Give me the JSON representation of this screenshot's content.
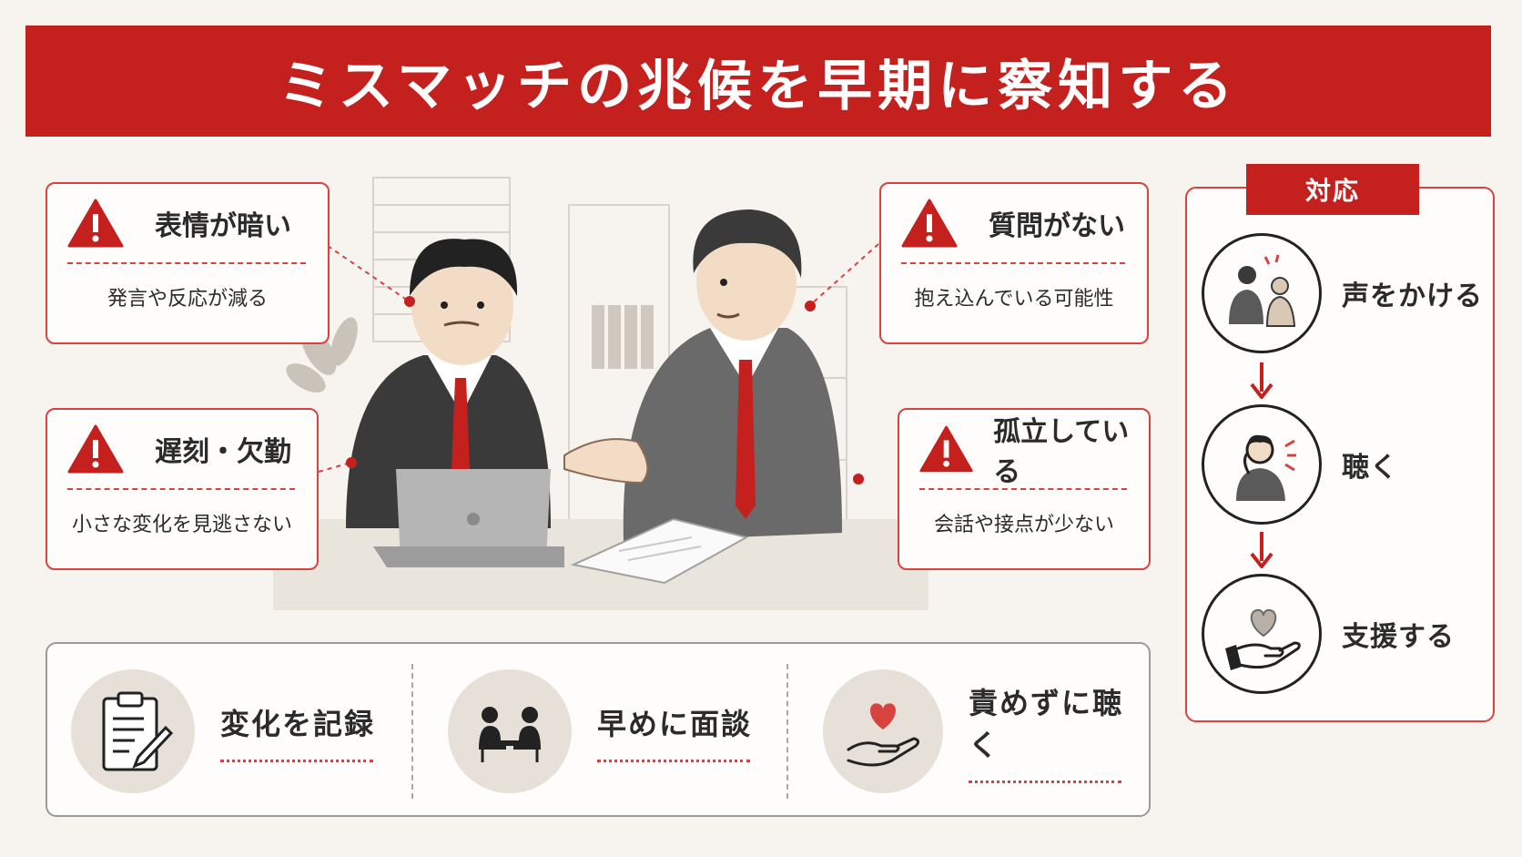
{
  "title": "ミスマッチの兆候を早期に察知する",
  "signs": [
    {
      "title": "表情が暗い",
      "sub": "発言や反応が減る"
    },
    {
      "title": "質問がない",
      "sub": "抱え込んでいる可能性"
    },
    {
      "title": "遅刻・欠勤",
      "sub": "小さな変化を見逃さない"
    },
    {
      "title": "孤立している",
      "sub": "会話や接点が少ない"
    }
  ],
  "tips": [
    {
      "label": "変化を記録",
      "icon": "clipboard-icon"
    },
    {
      "label": "早めに面談",
      "icon": "meeting-icon"
    },
    {
      "label": "責めずに聴く",
      "icon": "heart-hand-icon"
    }
  ],
  "response": {
    "label": "対応",
    "steps": [
      {
        "label": "声をかける",
        "icon": "talk-icon"
      },
      {
        "label": "聴く",
        "icon": "listen-icon"
      },
      {
        "label": "支援する",
        "icon": "support-icon"
      }
    ]
  },
  "colors": {
    "accent": "#c4201e",
    "background": "#f7f3ee"
  }
}
